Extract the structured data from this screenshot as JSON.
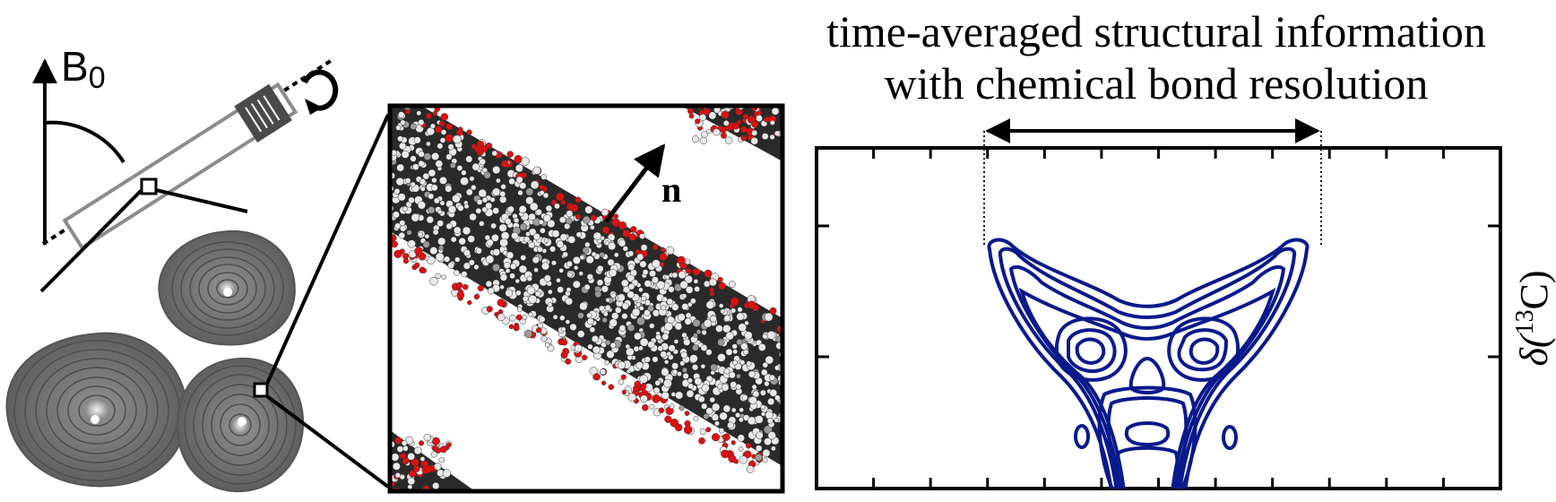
{
  "labels": {
    "b0": "B",
    "b0_sub": "0",
    "normal": "n",
    "shift_axis": "δ(",
    "shift_sup": "13",
    "shift_axis_end": "C)"
  },
  "title": {
    "line1": "time-averaged structural information",
    "line2": "with chemical bond resolution"
  },
  "colors": {
    "contour": "#0a1a8c",
    "lipid_head": "#e01010",
    "lipid_tail": "#e8e8e8",
    "bicelle": "#6e6e6e"
  },
  "icons": {
    "rotation": "rotation-arrow-icon",
    "magnet": "magnetic-field-arrow-icon"
  }
}
